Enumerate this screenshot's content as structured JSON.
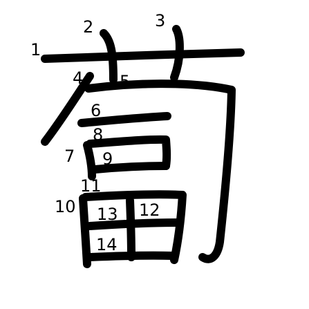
{
  "character": {
    "strokes": [
      {
        "number": "1"
      },
      {
        "number": "2"
      },
      {
        "number": "3"
      },
      {
        "number": "4"
      },
      {
        "number": "5"
      },
      {
        "number": "6"
      },
      {
        "number": "7"
      },
      {
        "number": "8"
      },
      {
        "number": "9"
      },
      {
        "number": "10"
      },
      {
        "number": "11"
      },
      {
        "number": "12"
      },
      {
        "number": "13"
      },
      {
        "number": "14"
      }
    ],
    "stroke_color": "#000000",
    "background_color": "#ffffff"
  }
}
